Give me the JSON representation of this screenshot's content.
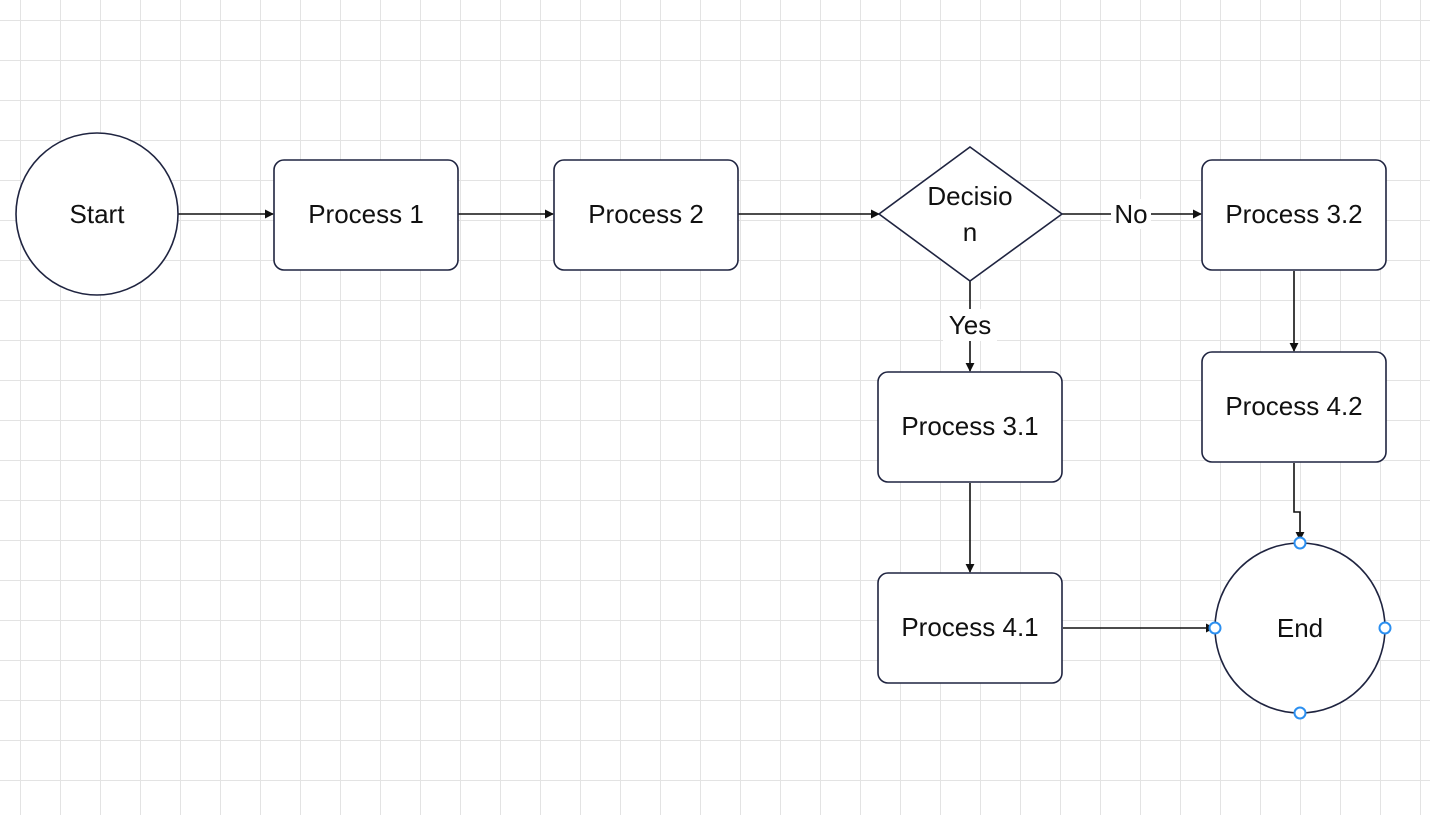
{
  "colors": {
    "grid": "#e3e3e3",
    "node_stroke": "#1f2440",
    "edge": "#111111",
    "selection_handle": "#2b8ff0",
    "background": "#ffffff"
  },
  "nodes": {
    "start": {
      "label": "Start",
      "shape": "circle"
    },
    "process_1": {
      "label": "Process 1",
      "shape": "rounded-rect"
    },
    "process_2": {
      "label": "Process 2",
      "shape": "rounded-rect"
    },
    "decision": {
      "label_line1": "Decisio",
      "label_line2": "n",
      "shape": "diamond"
    },
    "process_3_2": {
      "label": "Process 3.2",
      "shape": "rounded-rect"
    },
    "process_4_2": {
      "label": "Process 4.2",
      "shape": "rounded-rect"
    },
    "process_3_1": {
      "label": "Process 3.1",
      "shape": "rounded-rect"
    },
    "process_4_1": {
      "label": "Process 4.1",
      "shape": "rounded-rect"
    },
    "end": {
      "label": "End",
      "shape": "circle",
      "selected": true
    }
  },
  "edges": {
    "decision_no": {
      "label": "No",
      "from": "Decision",
      "to": "Process 3.2"
    },
    "decision_yes": {
      "label": "Yes",
      "from": "Decision",
      "to": "Process 3.1"
    }
  }
}
